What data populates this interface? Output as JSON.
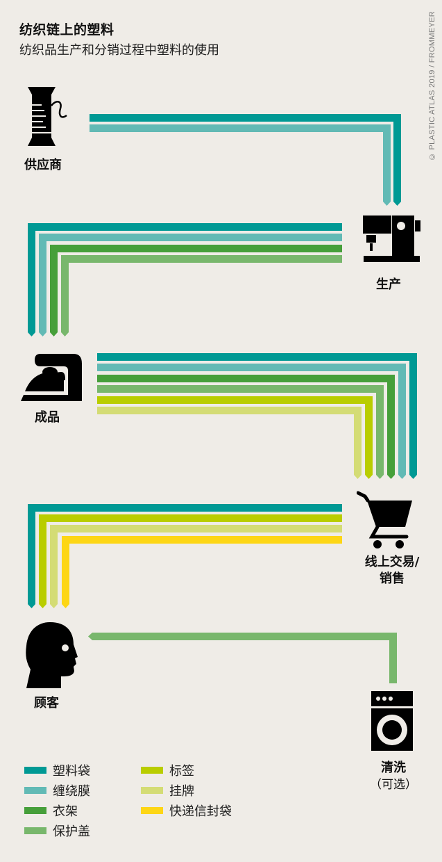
{
  "header": {
    "title": "纺织链上的塑料",
    "subtitle": "纺织品生产和分销过程中塑料的使用",
    "credit": "© PLASTIC ATLAS 2019 / FROMMEYER"
  },
  "colors": {
    "plastic_bag": "#009994",
    "wrap_film": "#62bab5",
    "hanger": "#469f3a",
    "protective_cover": "#78b76c",
    "label_tag": "#b9cd00",
    "hang_tag": "#d4dc75",
    "mailer_bag": "#fdd615",
    "background": "#efece7"
  },
  "stages": {
    "supplier": {
      "label": "供应商",
      "icon": "thread-spool-icon"
    },
    "production": {
      "label": "生产",
      "icon": "sewing-machine-icon"
    },
    "finished_goods": {
      "label": "成品",
      "icon": "iron-icon"
    },
    "online_retail": {
      "label_line1": "线上交易/",
      "label_line2": "销售",
      "icon": "shopping-cart-icon"
    },
    "customer": {
      "label": "顾客",
      "icon": "head-silhouette-icon"
    },
    "washing": {
      "label": "清洗",
      "sublabel": "（可选）",
      "icon": "washing-machine-icon"
    }
  },
  "legend": {
    "items": [
      {
        "label": "塑料袋",
        "color": "#009994"
      },
      {
        "label": "缠绕膜",
        "color": "#62bab5"
      },
      {
        "label": "衣架",
        "color": "#469f3a"
      },
      {
        "label": "保护盖",
        "color": "#78b76c"
      },
      {
        "label": "标签",
        "color": "#b9cd00"
      },
      {
        "label": "挂牌",
        "color": "#d4dc75"
      },
      {
        "label": "快递信封袋",
        "color": "#fdd615"
      }
    ]
  },
  "chart_data": {
    "type": "flow",
    "title": "纺织链上的塑料",
    "subtitle": "纺织品生产和分销过程中塑料的使用",
    "nodes": [
      "供应商",
      "生产",
      "成品",
      "线上交易/销售",
      "顾客",
      "清洗（可选）"
    ],
    "links": [
      {
        "from": "供应商",
        "to": "生产",
        "materials": [
          "塑料袋",
          "缠绕膜"
        ]
      },
      {
        "from": "生产",
        "to": "成品",
        "materials": [
          "塑料袋",
          "缠绕膜",
          "衣架",
          "保护盖"
        ]
      },
      {
        "from": "成品",
        "to": "线上交易/销售",
        "materials": [
          "塑料袋",
          "缠绕膜",
          "衣架",
          "保护盖",
          "标签",
          "挂牌"
        ]
      },
      {
        "from": "线上交易/销售",
        "to": "顾客",
        "materials": [
          "塑料袋",
          "标签",
          "挂牌",
          "快递信封袋"
        ]
      },
      {
        "from": "清洗（可选）",
        "to": "顾客",
        "materials": [
          "保护盖"
        ]
      }
    ],
    "legend": [
      "塑料袋",
      "缠绕膜",
      "衣架",
      "保护盖",
      "标签",
      "挂牌",
      "快递信封袋"
    ]
  }
}
